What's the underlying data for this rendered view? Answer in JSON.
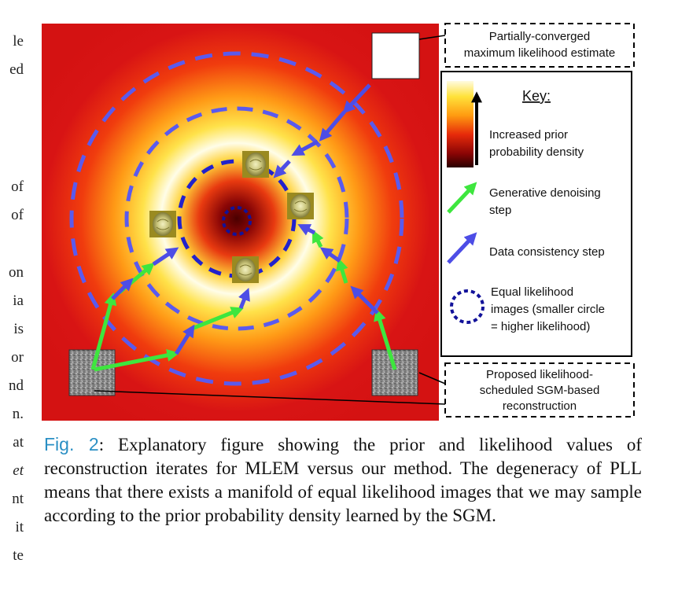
{
  "margin_fragments": [
    "le",
    "ed",
    "of",
    "of",
    "on",
    "ia",
    "is",
    "or",
    "nd",
    "n.",
    "at",
    "et",
    "nt",
    "it",
    "te"
  ],
  "figure": {
    "callout_top": [
      "Partially-converged",
      "maximum likelihood estimate"
    ],
    "callout_bottom": [
      "Proposed likelihood-",
      "scheduled SGM-based",
      "reconstruction"
    ],
    "key": {
      "title": "Key:",
      "prior_label": [
        "Increased prior",
        "probability density"
      ],
      "gen_label": [
        "Generative denoising",
        "step"
      ],
      "data_label": "Data consistency step",
      "circle_label": [
        "Equal likelihood",
        "images (smaller circle",
        "= higher likelihood)"
      ]
    },
    "colors": {
      "background": "#d81414",
      "generative_arrow": "#3ee63e",
      "data_arrow": "#4d4de6",
      "circle_dash": "#5a5aee",
      "inner_circle": "#12129a"
    },
    "icons": [
      "brain-image-icon",
      "noise-image-icon",
      "white-square-icon"
    ]
  },
  "caption": {
    "label": "Fig. 2",
    "text": ": Explanatory figure showing the prior and likelihood values of reconstruction iterates for MLEM versus our method. The degeneracy of PLL means that there exists a manifold of equal likelihood images that we may sample according to the prior probability density learned by the SGM."
  }
}
